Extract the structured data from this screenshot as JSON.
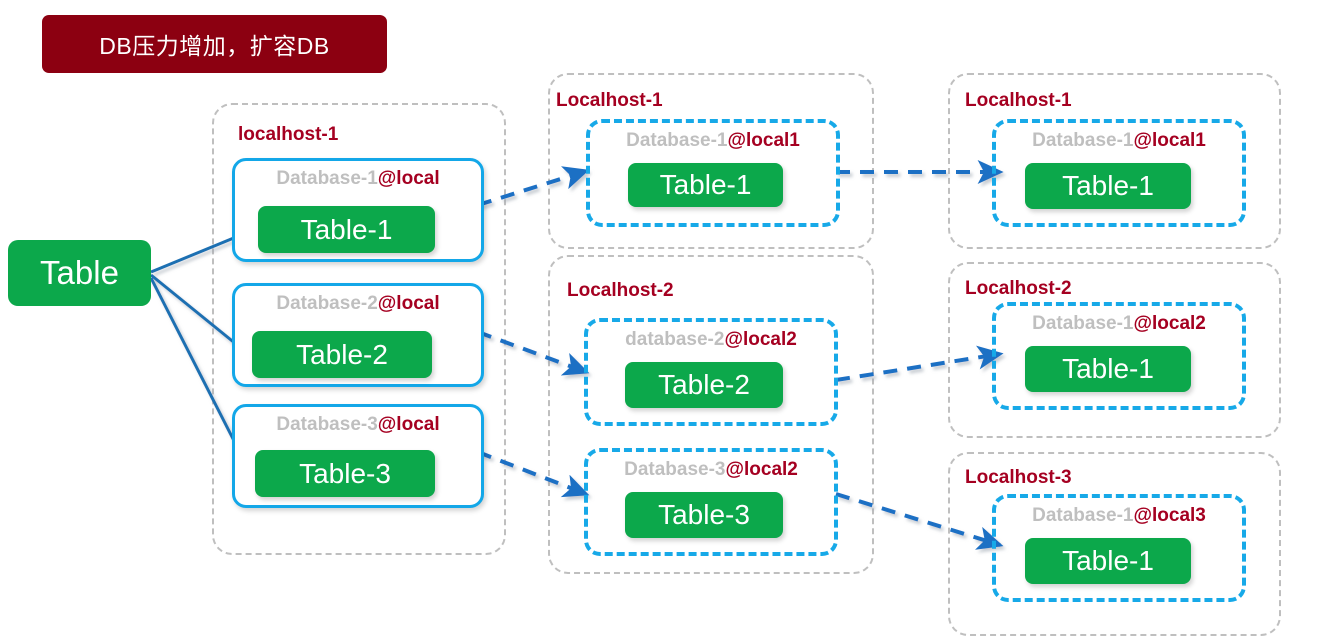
{
  "banner": {
    "text": "DB压力增加，扩容DB",
    "color": "#8C0011"
  },
  "colors": {
    "green": "#0CA84B",
    "solid_blue": "#13A7E8",
    "dashed_blue": "#17A9E8",
    "arrow_solid": "#1F6FB2",
    "arrow_dashed": "#1F6FC4",
    "host_gray": "#BFBFBF",
    "dark_red": "#A50021",
    "db_label_gray": "#BFBFBF"
  },
  "source": {
    "label": "Table"
  },
  "columns": {
    "stage1": {
      "hosts": [
        {
          "label": "localhost-1",
          "databases": [
            {
              "name": "Database-1",
              "at": "@local",
              "table": "Table-1"
            },
            {
              "name": "Database-2",
              "at": "@local",
              "table": "Table-2"
            },
            {
              "name": "Database-3",
              "at": "@local",
              "table": "Table-3"
            }
          ]
        }
      ]
    },
    "stage2": {
      "hosts": [
        {
          "label": "Localhost-1",
          "databases": [
            {
              "name": "Database-1",
              "at": "@local1",
              "table": "Table-1"
            }
          ]
        },
        {
          "label": "Localhost-2",
          "databases": [
            {
              "name": "database-2",
              "at": "@local2",
              "table": "Table-2"
            },
            {
              "name": "Database-3",
              "at": "@local2",
              "table": "Table-3"
            }
          ]
        }
      ]
    },
    "stage3": {
      "hosts": [
        {
          "label": "Localhost-1",
          "databases": [
            {
              "name": "Database-1",
              "at": "@local1",
              "table": "Table-1"
            }
          ]
        },
        {
          "label": "Localhost-2",
          "databases": [
            {
              "name": "Database-1",
              "at": "@local2",
              "table": "Table-1"
            }
          ]
        },
        {
          "label": "Localhost-3",
          "databases": [
            {
              "name": "Database-1",
              "at": "@local3",
              "table": "Table-1"
            }
          ]
        }
      ]
    }
  }
}
